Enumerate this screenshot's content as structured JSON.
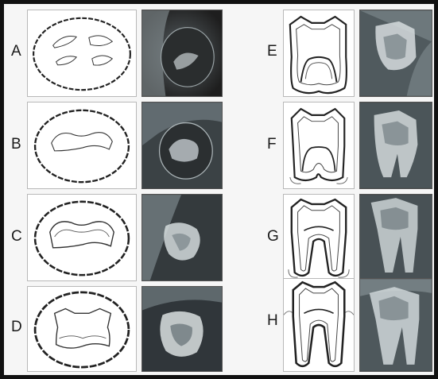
{
  "stages": [
    {
      "label": "A",
      "drawing_icon": "crypt-with-cusp-tips-icon",
      "xray_icon": "radiograph-crypt-icon"
    },
    {
      "label": "B",
      "drawing_icon": "crown-outline-in-crypt-icon",
      "xray_icon": "radiograph-crown-forming-icon"
    },
    {
      "label": "C",
      "drawing_icon": "crown-with-enamel-in-crypt-icon",
      "xray_icon": "radiograph-crown-icon"
    },
    {
      "label": "D",
      "drawing_icon": "complete-crown-in-crypt-icon",
      "xray_icon": "radiograph-complete-crown-icon"
    },
    {
      "label": "E",
      "drawing_icon": "root-bifurcation-starting-icon",
      "xray_icon": "radiograph-root-start-icon"
    },
    {
      "label": "F",
      "drawing_icon": "roots-lengthening-icon",
      "xray_icon": "radiograph-roots-icon"
    },
    {
      "label": "G",
      "drawing_icon": "roots-near-complete-icon",
      "xray_icon": "radiograph-long-roots-icon"
    },
    {
      "label": "H",
      "drawing_icon": "fully-formed-tooth-icon",
      "xray_icon": "radiograph-erupted-molar-icon"
    }
  ],
  "colors": {
    "line": "#222222",
    "xray_dark": "#2b2b2b",
    "xray_mid": "#6f7a80",
    "xray_light": "#d8dde0",
    "frame": "#111111"
  }
}
